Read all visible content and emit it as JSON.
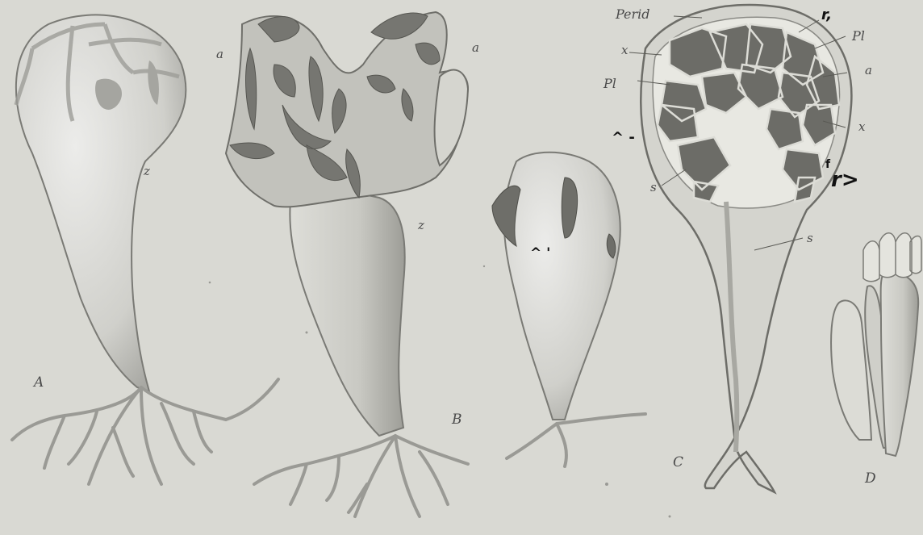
{
  "figure": {
    "panels": [
      {
        "id": "A",
        "letter": "A",
        "labels": {
          "z": "z"
        }
      },
      {
        "id": "B",
        "letter": "B",
        "labels": {
          "a_left": "a",
          "a_right": "a",
          "z": "z"
        }
      },
      {
        "id": "unlabeled",
        "labels": {
          "mark": "^ '"
        }
      },
      {
        "id": "C",
        "letter": "C",
        "labels": {
          "perid": "Perid",
          "r": "r,",
          "pl_top": "Pl",
          "x_left": "x",
          "pl_left": "Pl",
          "a": "a",
          "x_right": "x",
          "caret": "^ -",
          "f": "f",
          "r_arrow": "r>",
          "s_left": "s",
          "s_stalk": "s"
        }
      },
      {
        "id": "D",
        "letter": "D"
      }
    ]
  }
}
